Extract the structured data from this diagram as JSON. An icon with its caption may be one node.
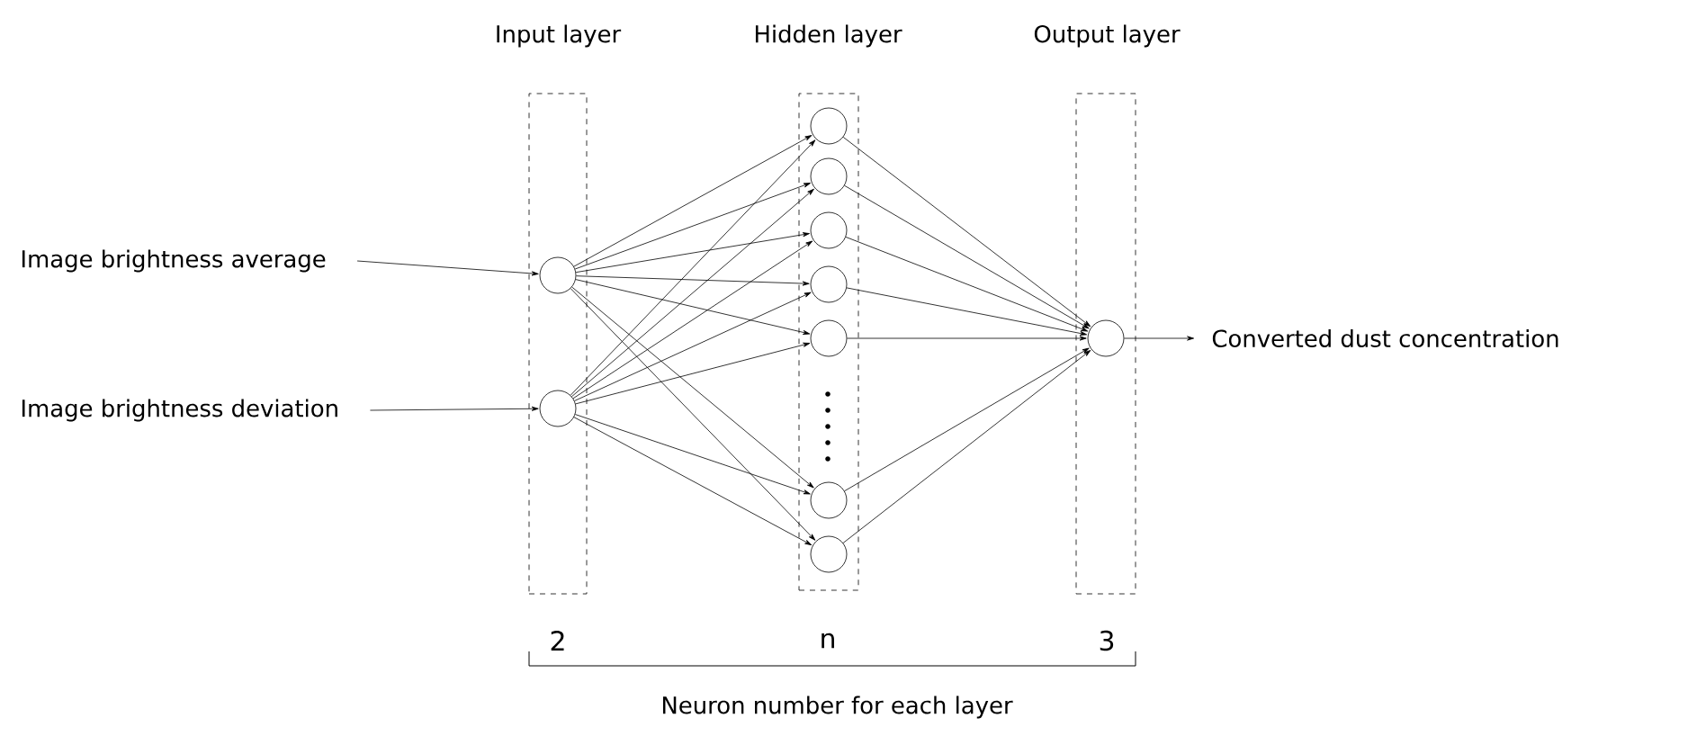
{
  "diagram": {
    "nodes": [
      {
        "text": [
          "Input layer"
        ],
        "beside": [
          "2"
        ]
      },
      {
        "text": [
          "Hidden layer"
        ],
        "beside": [
          "n"
        ]
      },
      {
        "text": [
          "Output layer"
        ],
        "beside": [
          "3"
        ]
      },
      {
        "text": [
          "Image brightness average"
        ]
      },
      {
        "text": [
          "Image brightness deviation"
        ]
      },
      {
        "text": [],
        "shape": "circle",
        "in": 0
      },
      {
        "text": [],
        "shape": "circle",
        "in": 0
      },
      {
        "text": [],
        "shape": "circle",
        "in": 1
      },
      {
        "text": [],
        "shape": "circle",
        "in": 1
      },
      {
        "text": [],
        "shape": "circle",
        "in": 1
      },
      {
        "text": [],
        "shape": "circle",
        "in": 1
      },
      {
        "text": [],
        "shape": "circle",
        "in": 1
      },
      {
        "text": [],
        "shape": "circle",
        "in": 1
      },
      {
        "text": [],
        "shape": "circle",
        "in": 1
      },
      {
        "text": [],
        "shape": "circle",
        "in": 2
      },
      {
        "text": [
          "Converted dust concentration"
        ]
      }
    ],
    "edges": [
      {
        "from": 3,
        "to": 5,
        "arrow": "to"
      },
      {
        "from": 4,
        "to": 6,
        "arrow": "to"
      },
      {
        "from": 5,
        "to": 7,
        "arrow": "to"
      },
      {
        "from": 5,
        "to": 8,
        "arrow": "to"
      },
      {
        "from": 5,
        "to": 9,
        "arrow": "to"
      },
      {
        "from": 5,
        "to": 10,
        "arrow": "to"
      },
      {
        "from": 5,
        "to": 11,
        "arrow": "to"
      },
      {
        "from": 5,
        "to": 12,
        "arrow": "to"
      },
      {
        "from": 5,
        "to": 13,
        "arrow": "to"
      },
      {
        "from": 6,
        "to": 7,
        "arrow": "to"
      },
      {
        "from": 6,
        "to": 8,
        "arrow": "to"
      },
      {
        "from": 6,
        "to": 9,
        "arrow": "to"
      },
      {
        "from": 6,
        "to": 10,
        "arrow": "to"
      },
      {
        "from": 6,
        "to": 11,
        "arrow": "to"
      },
      {
        "from": 6,
        "to": 12,
        "arrow": "to"
      },
      {
        "from": 6,
        "to": 13,
        "arrow": "to"
      },
      {
        "from": 7,
        "to": 14,
        "arrow": "to"
      },
      {
        "from": 8,
        "to": 14,
        "arrow": "to"
      },
      {
        "from": 9,
        "to": 14,
        "arrow": "to"
      },
      {
        "from": 10,
        "to": 14,
        "arrow": "to"
      },
      {
        "from": 11,
        "to": 14,
        "arrow": "to"
      },
      {
        "from": 12,
        "to": 14,
        "arrow": "to"
      },
      {
        "from": 13,
        "to": 14,
        "arrow": "to"
      },
      {
        "from": 14,
        "to": 15,
        "arrow": "to"
      }
    ],
    "labels": [
      "Neuron number for each layer"
    ]
  }
}
